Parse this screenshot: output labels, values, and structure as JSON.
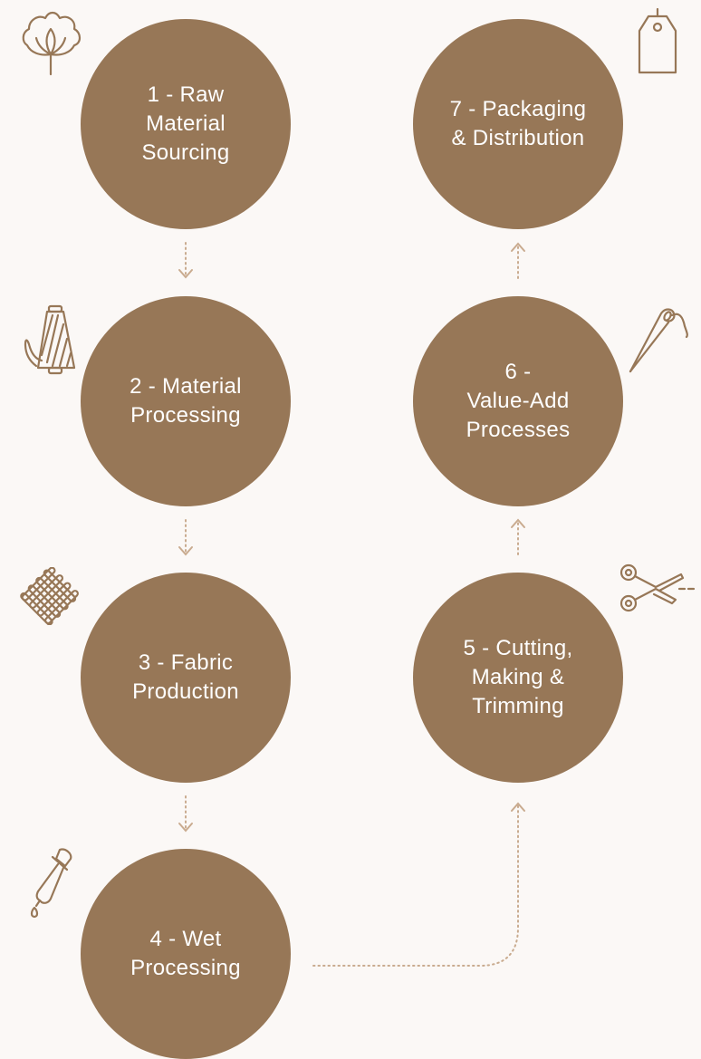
{
  "diagram": {
    "steps": [
      {
        "label": "1 - Raw\nMaterial\nSourcing",
        "icon": "cotton-plant-icon"
      },
      {
        "label": "2 - Material\nProcessing",
        "icon": "thread-spool-icon"
      },
      {
        "label": "3 - Fabric\nProduction",
        "icon": "woven-fabric-icon"
      },
      {
        "label": "4 - Wet\nProcessing",
        "icon": "dropper-icon"
      },
      {
        "label": "5 - Cutting,\nMaking &\nTrimming",
        "icon": "scissors-icon"
      },
      {
        "label": "6 -\nValue-Add\nProcesses",
        "icon": "sewing-needle-icon"
      },
      {
        "label": "7 - Packaging\n& Distribution",
        "icon": "price-tag-icon"
      }
    ],
    "colors": {
      "background": "#fbf8f6",
      "circle": "#977757",
      "circle_text": "#ffffff",
      "icon_stroke": "#977757",
      "connector": "#c9ab8f"
    }
  }
}
